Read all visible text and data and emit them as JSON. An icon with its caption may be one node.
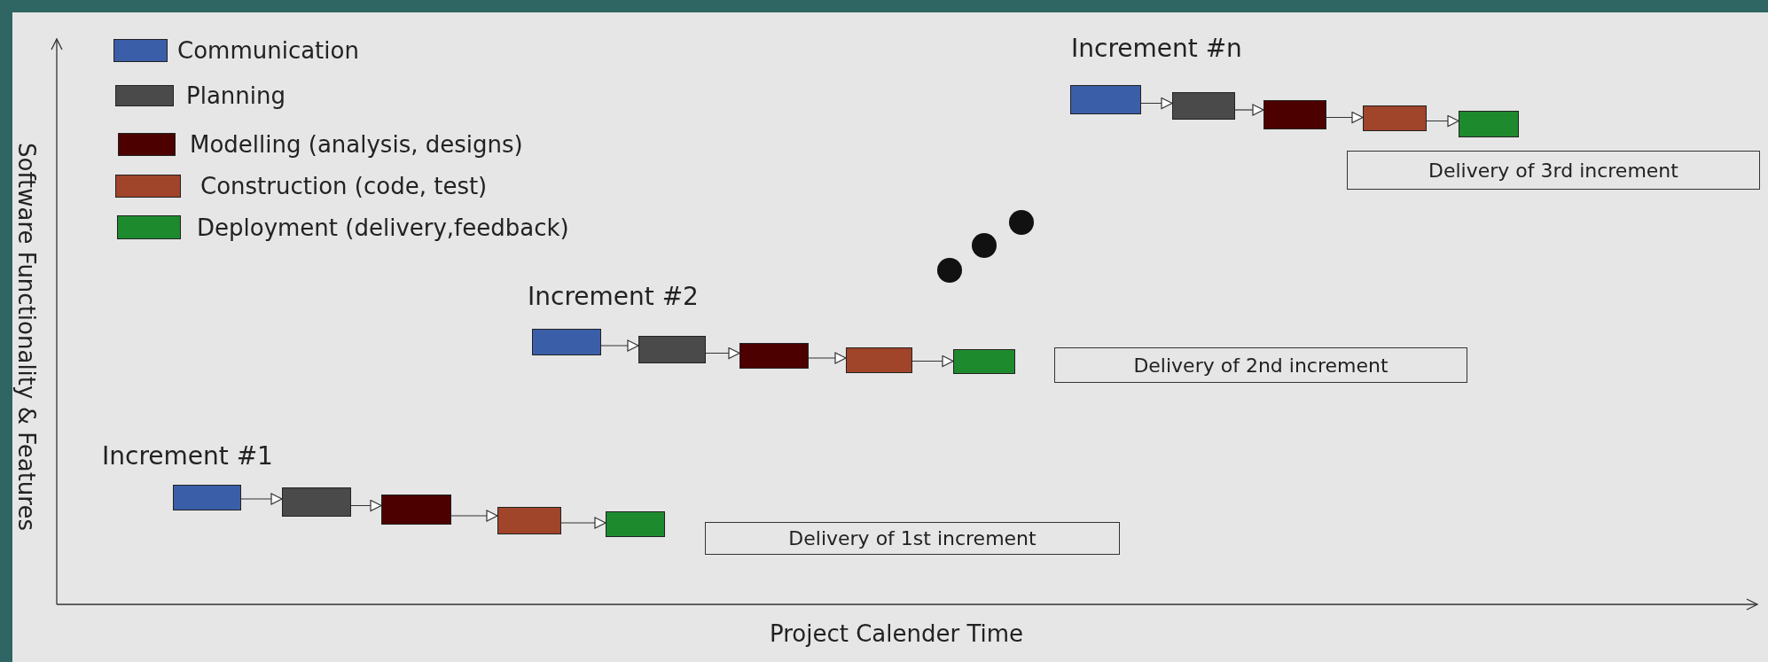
{
  "diagram": {
    "nodes": [
      {
        "text": [],
        "shape": "box"
      },
      {
        "text": [],
        "shape": "box"
      },
      {
        "text": [],
        "shape": "box"
      },
      {
        "text": [],
        "shape": "box"
      },
      {
        "text": [],
        "shape": "box"
      },
      {
        "text": [
          "Delivery of 3rd increment"
        ]
      },
      {
        "text": [],
        "shape": "box"
      },
      {
        "text": [],
        "shape": "box"
      },
      {
        "text": [],
        "shape": "box"
      },
      {
        "text": [],
        "shape": "box"
      },
      {
        "text": [],
        "shape": "box"
      },
      {
        "text": [
          "Delivery of 2nd increment"
        ]
      },
      {
        "text": [],
        "shape": "box"
      },
      {
        "text": [],
        "shape": "box"
      },
      {
        "text": [],
        "shape": "box"
      },
      {
        "text": [],
        "shape": "box"
      },
      {
        "text": [],
        "shape": "box"
      },
      {
        "text": [
          "Delivery of 1st increment"
        ]
      }
    ],
    "edges": [
      {
        "from": 0,
        "to": 1,
        "arrow": "to"
      },
      {
        "from": 1,
        "to": 2,
        "arrow": "to"
      },
      {
        "from": 2,
        "to": 3,
        "arrow": "to"
      },
      {
        "from": 3,
        "to": 4,
        "arrow": "to"
      },
      {
        "from": 6,
        "to": 7,
        "arrow": "to"
      },
      {
        "from": 7,
        "to": 8,
        "arrow": "to"
      },
      {
        "from": 8,
        "to": 9,
        "arrow": "to"
      },
      {
        "from": 9,
        "to": 10,
        "arrow": "to"
      },
      {
        "from": 12,
        "to": 13,
        "arrow": "to"
      },
      {
        "from": 13,
        "to": 14,
        "arrow": "to"
      },
      {
        "from": 14,
        "to": 15,
        "arrow": "to"
      },
      {
        "from": 15,
        "to": 16,
        "arrow": "to"
      }
    ],
    "labels": [
      "Increment #n",
      "Increment #2",
      "Increment #1",
      "Software Functionality & Features",
      "Project Calender Time"
    ],
    "legend": [
      {
        "text": "Communication",
        "color": "#3a5fa8"
      },
      {
        "text": "Planning",
        "color": "#4a4a4a"
      },
      {
        "text": "Modelling (analysis, designs)",
        "color": "#4d0000"
      },
      {
        "text": "Construction (code, test)",
        "color": "#a0442a"
      },
      {
        "text": "Deployment (delivery,feedback)",
        "color": "#1e8a2e"
      }
    ]
  }
}
